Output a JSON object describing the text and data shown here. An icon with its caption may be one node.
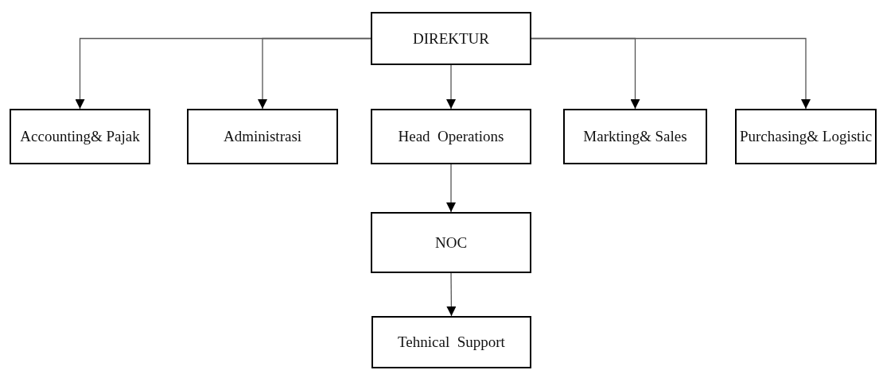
{
  "diagram": {
    "nodes": [
      {
        "text": [
          "DIREKTUR"
        ]
      },
      {
        "text": [
          "Accounting& Pajak"
        ]
      },
      {
        "text": [
          "Administrasi"
        ]
      },
      {
        "text": [
          "Head  Operations"
        ]
      },
      {
        "text": [
          "Markting& Sales"
        ]
      },
      {
        "text": [
          "Purchasing& Logistic"
        ]
      },
      {
        "text": [
          "NOC"
        ]
      },
      {
        "text": [
          "Tehnical  Support"
        ]
      }
    ],
    "edges": [
      {
        "from": 0,
        "to": 1,
        "arrow": "to"
      },
      {
        "from": 0,
        "to": 2,
        "arrow": "to"
      },
      {
        "from": 0,
        "to": 3,
        "arrow": "to"
      },
      {
        "from": 0,
        "to": 4,
        "arrow": "to"
      },
      {
        "from": 0,
        "to": 5,
        "arrow": "to"
      },
      {
        "from": 3,
        "to": 6,
        "arrow": "to"
      },
      {
        "from": 6,
        "to": 7,
        "arrow": "to"
      }
    ]
  }
}
